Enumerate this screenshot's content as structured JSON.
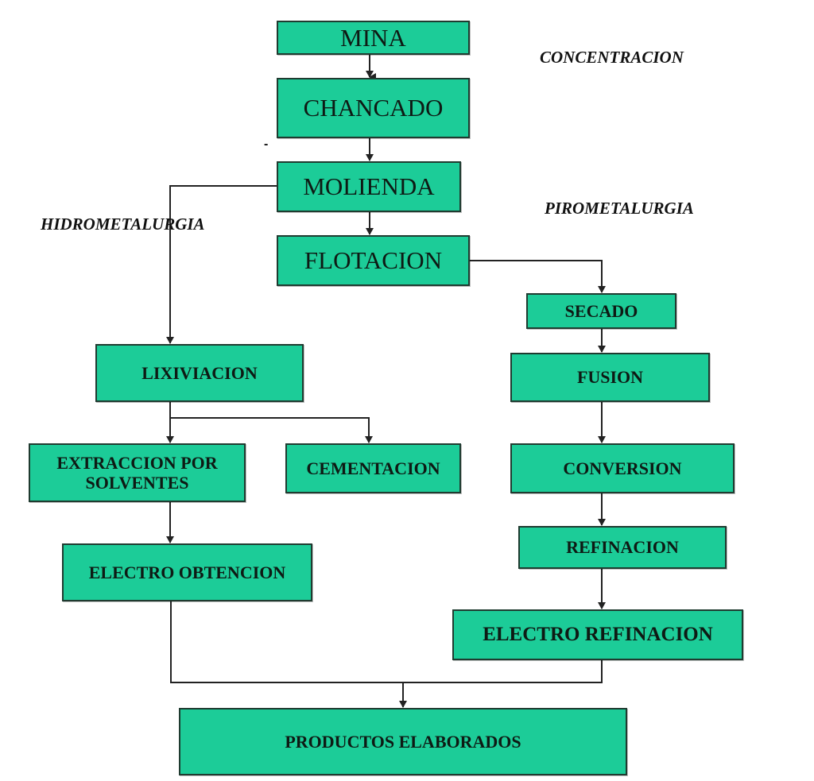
{
  "diagram": {
    "type": "flowchart",
    "colors": {
      "box_fill": "#1ccc98",
      "box_border": "#1f3b30",
      "line": "#222222"
    },
    "section_labels": {
      "concentracion": "CONCENTRACION",
      "pirometalurgia": "PIROMETALURGIA",
      "hidrometalurgia": "HIDROMETALURGIA"
    },
    "stray_mark": "-",
    "nodes": {
      "mina": "MINA",
      "chancado": "CHANCADO",
      "molienda": "MOLIENDA",
      "flotacion": "FLOTACION",
      "secado": "SECADO",
      "fusion": "FUSION",
      "conversion": "CONVERSION",
      "refinacion": "REFINACION",
      "electro_refinacion": "ELECTRO REFINACION",
      "lixiviacion": "LIXIVIACION",
      "extraccion_line1": "EXTRACCION POR",
      "extraccion_line2": "SOLVENTES",
      "cementacion": "CEMENTACION",
      "electro_obtencion": "ELECTRO OBTENCION",
      "productos_elaborados": "PRODUCTOS ELABORADOS"
    },
    "edges": [
      [
        "mina",
        "chancado"
      ],
      [
        "chancado",
        "molienda"
      ],
      [
        "molienda",
        "flotacion"
      ],
      [
        "molienda",
        "lixiviacion"
      ],
      [
        "flotacion",
        "secado"
      ],
      [
        "secado",
        "fusion"
      ],
      [
        "fusion",
        "conversion"
      ],
      [
        "conversion",
        "refinacion"
      ],
      [
        "refinacion",
        "electro_refinacion"
      ],
      [
        "lixiviacion",
        "extraccion_por_solventes"
      ],
      [
        "lixiviacion",
        "cementacion"
      ],
      [
        "extraccion_por_solventes",
        "electro_obtencion"
      ],
      [
        "electro_obtencion",
        "productos_elaborados"
      ],
      [
        "electro_refinacion",
        "productos_elaborados"
      ]
    ]
  }
}
